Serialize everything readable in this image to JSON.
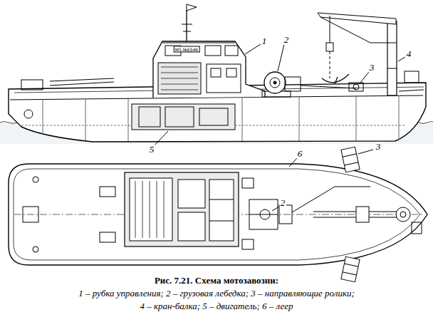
{
  "diagram": {
    "caption": "Рис. 7.21. Схема мотозавозни:",
    "labels": [
      "MS №654K",
      "1",
      "2",
      "3",
      "4",
      "5",
      "6",
      "3",
      "2",
      "1 – рубка управления; 2 – грузовая лебедка; 3 – направляющие ролики;",
      "4 – кран-балка; 5 – двигатель; 6 – леер"
    ]
  }
}
